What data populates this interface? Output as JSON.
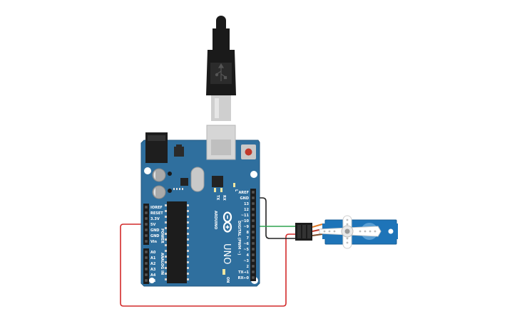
{
  "board": {
    "brand": "ARDUINO",
    "model": "UNO",
    "on_label": "ON",
    "power_header_title": "POWER",
    "analog_header_title": "ANALOG IN",
    "digital_header_title": "DIGITAL (PWM ~)",
    "led_labels": [
      "TX",
      "RX",
      "L"
    ],
    "power_pins": [
      "IOREF",
      "RESET",
      "3.3V",
      "5V",
      "GND",
      "GND",
      "Vin"
    ],
    "analog_pins": [
      "A0",
      "A1",
      "A2",
      "A3",
      "A4",
      "A5"
    ],
    "digital_top_pins": [
      "AREF",
      "GND",
      "13",
      "12",
      "~11",
      "~10",
      "~9",
      "8"
    ],
    "digital_bottom_pins": [
      "7",
      "~6",
      "~5",
      "4",
      "~3",
      "2",
      "TX→1",
      "RX←0"
    ]
  },
  "colors": {
    "board": "#2f6f9e",
    "board_edge": "#245a82",
    "wire_red": "#d22a2a",
    "wire_black": "#222222",
    "wire_green": "#2ea44f",
    "servo": "#1e74b8",
    "usb_cable": "#1a1a1a"
  }
}
